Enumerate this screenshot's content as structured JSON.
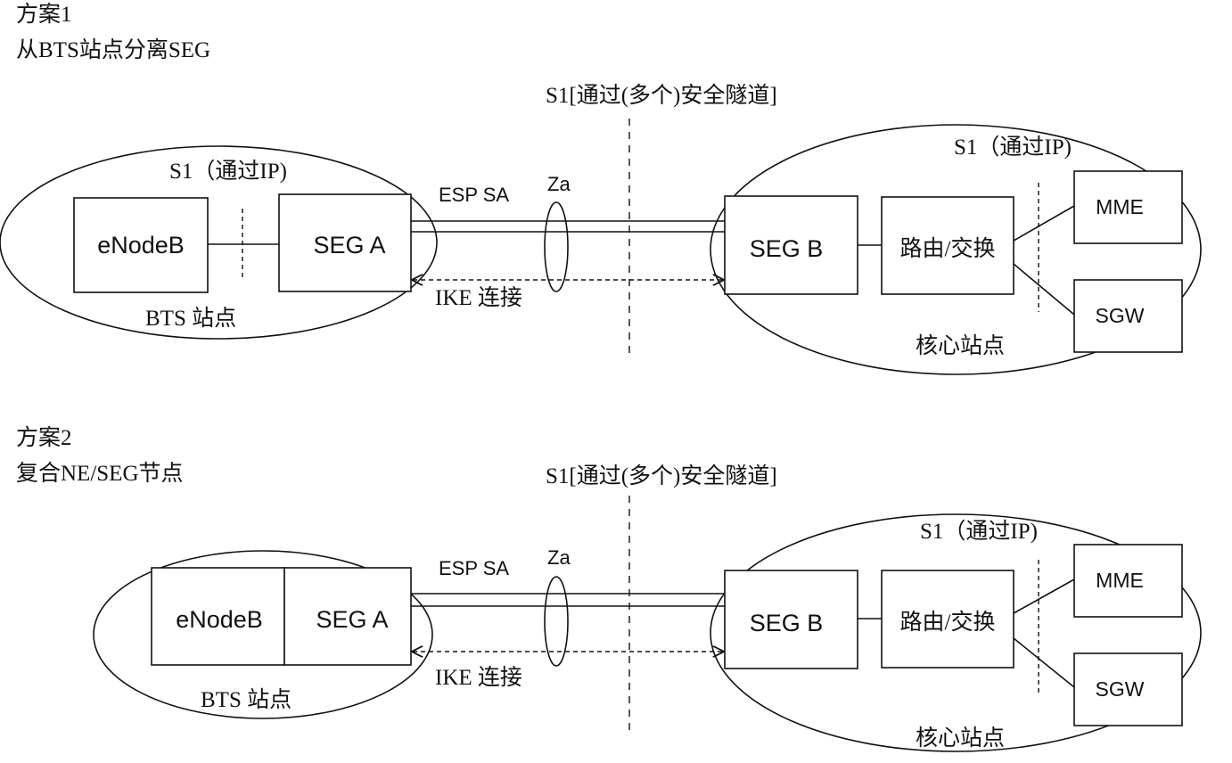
{
  "scheme1": {
    "title": "方案1",
    "subtitle": "从BTS站点分离SEG",
    "tunnel_label": "S1[通过(多个)安全隧道]",
    "bts_site": {
      "s1_label": "S1（通过IP)",
      "enodeb": "eNodeB",
      "seg_a": "SEG A",
      "site_label": "BTS 站点"
    },
    "link": {
      "esp_sa": "ESP SA",
      "za": "Za",
      "ike": "IKE 连接"
    },
    "core_site": {
      "s1_label": "S1（通过IP)",
      "seg_b": "SEG B",
      "router": "路由/交换",
      "mme": "MME",
      "sgw": "SGW",
      "site_label": "核心站点"
    }
  },
  "scheme2": {
    "title": "方案2",
    "subtitle": "复合NE/SEG节点",
    "tunnel_label": "S1[通过(多个)安全隧道]",
    "bts_site": {
      "enodeb": "eNodeB",
      "seg_a": "SEG A",
      "site_label": "BTS 站点"
    },
    "link": {
      "esp_sa": "ESP SA",
      "za": "Za",
      "ike": "IKE 连接"
    },
    "core_site": {
      "s1_label": "S1（通过IP)",
      "seg_b": "SEG B",
      "router": "路由/交换",
      "mme": "MME",
      "sgw": "SGW",
      "site_label": "核心站点"
    }
  }
}
